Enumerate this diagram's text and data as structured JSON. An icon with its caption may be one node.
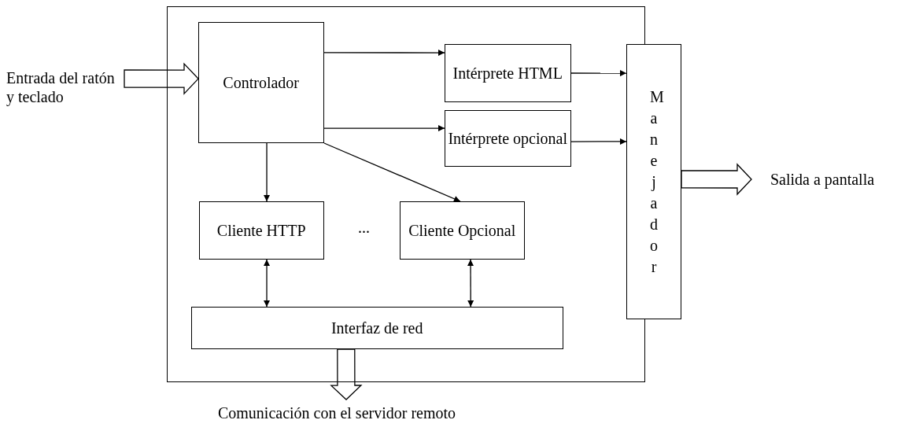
{
  "diagram": {
    "nodes": [
      {
        "text": [
          "Entrada del ratón y teclado"
        ]
      },
      {
        "text": [],
        "shape": "box"
      },
      {
        "text": [
          "Controlador"
        ],
        "in": 1
      },
      {
        "text": [
          "Intérprete HTML"
        ],
        "in": 1
      },
      {
        "text": [
          "Intérprete opcional"
        ],
        "in": 1
      },
      {
        "text": [
          "Manejador"
        ]
      },
      {
        "text": [
          "Cliente HTTP"
        ],
        "in": 1
      },
      {
        "text": [
          "Cliente Opcional"
        ],
        "in": 1
      },
      {
        "text": [
          "Interfaz de red"
        ],
        "in": 1
      },
      {
        "text": [
          "Salida a pantalla"
        ]
      },
      {
        "text": [
          "Comunicación con el servidor remoto"
        ]
      }
    ],
    "edges": [
      {
        "from": 2,
        "to": 3,
        "arrow": "to"
      },
      {
        "from": 2,
        "to": 4,
        "arrow": "to"
      },
      {
        "from": 3,
        "to": 5,
        "arrow": "to"
      },
      {
        "from": 4,
        "to": 5,
        "arrow": "to"
      },
      {
        "from": 2,
        "to": 6,
        "arrow": "to"
      },
      {
        "from": 2,
        "to": 7,
        "arrow": "to"
      },
      {
        "from": 6,
        "to": 8,
        "arrow": "both"
      },
      {
        "from": 7,
        "to": 8,
        "arrow": "both"
      },
      {
        "from": 0,
        "to": 2,
        "arrow": "to",
        "style": "thick"
      },
      {
        "from": 5,
        "to": 9,
        "arrow": "to",
        "style": "thick"
      },
      {
        "from": 8,
        "to": 10,
        "arrow": "to",
        "style": "thick"
      }
    ],
    "labels": [
      "..."
    ]
  }
}
